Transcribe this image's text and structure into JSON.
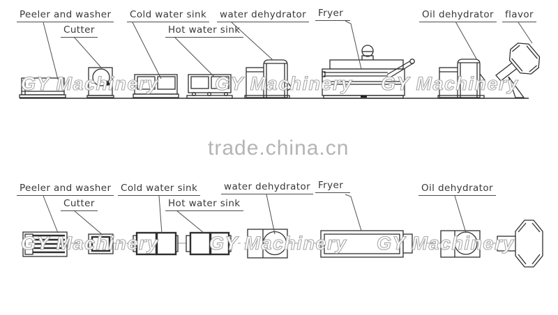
{
  "watermark": {
    "brand": "GY Machinery",
    "site": "trade.china.cn"
  },
  "top_view": {
    "labels": {
      "peeler_and_washer": "Peeler and washer",
      "cutter": "Cutter",
      "cold_water_sink": "Cold water sink",
      "hot_water_sink": "Hot water sink",
      "water_dehydrator": "water dehydrator",
      "fryer": "Fryer",
      "oil_dehydrator": "Oil dehydrator",
      "flavor": "flavor"
    }
  },
  "bottom_view": {
    "labels": {
      "peeler_and_washer": "Peeler and washer",
      "cutter": "Cutter",
      "cold_water_sink": "Cold water sink",
      "hot_water_sink": "Hot water sink",
      "water_dehydrator": "water dehydrator",
      "fryer": "Fryer",
      "oil_dehydrator": "Oil dehydrator"
    }
  }
}
